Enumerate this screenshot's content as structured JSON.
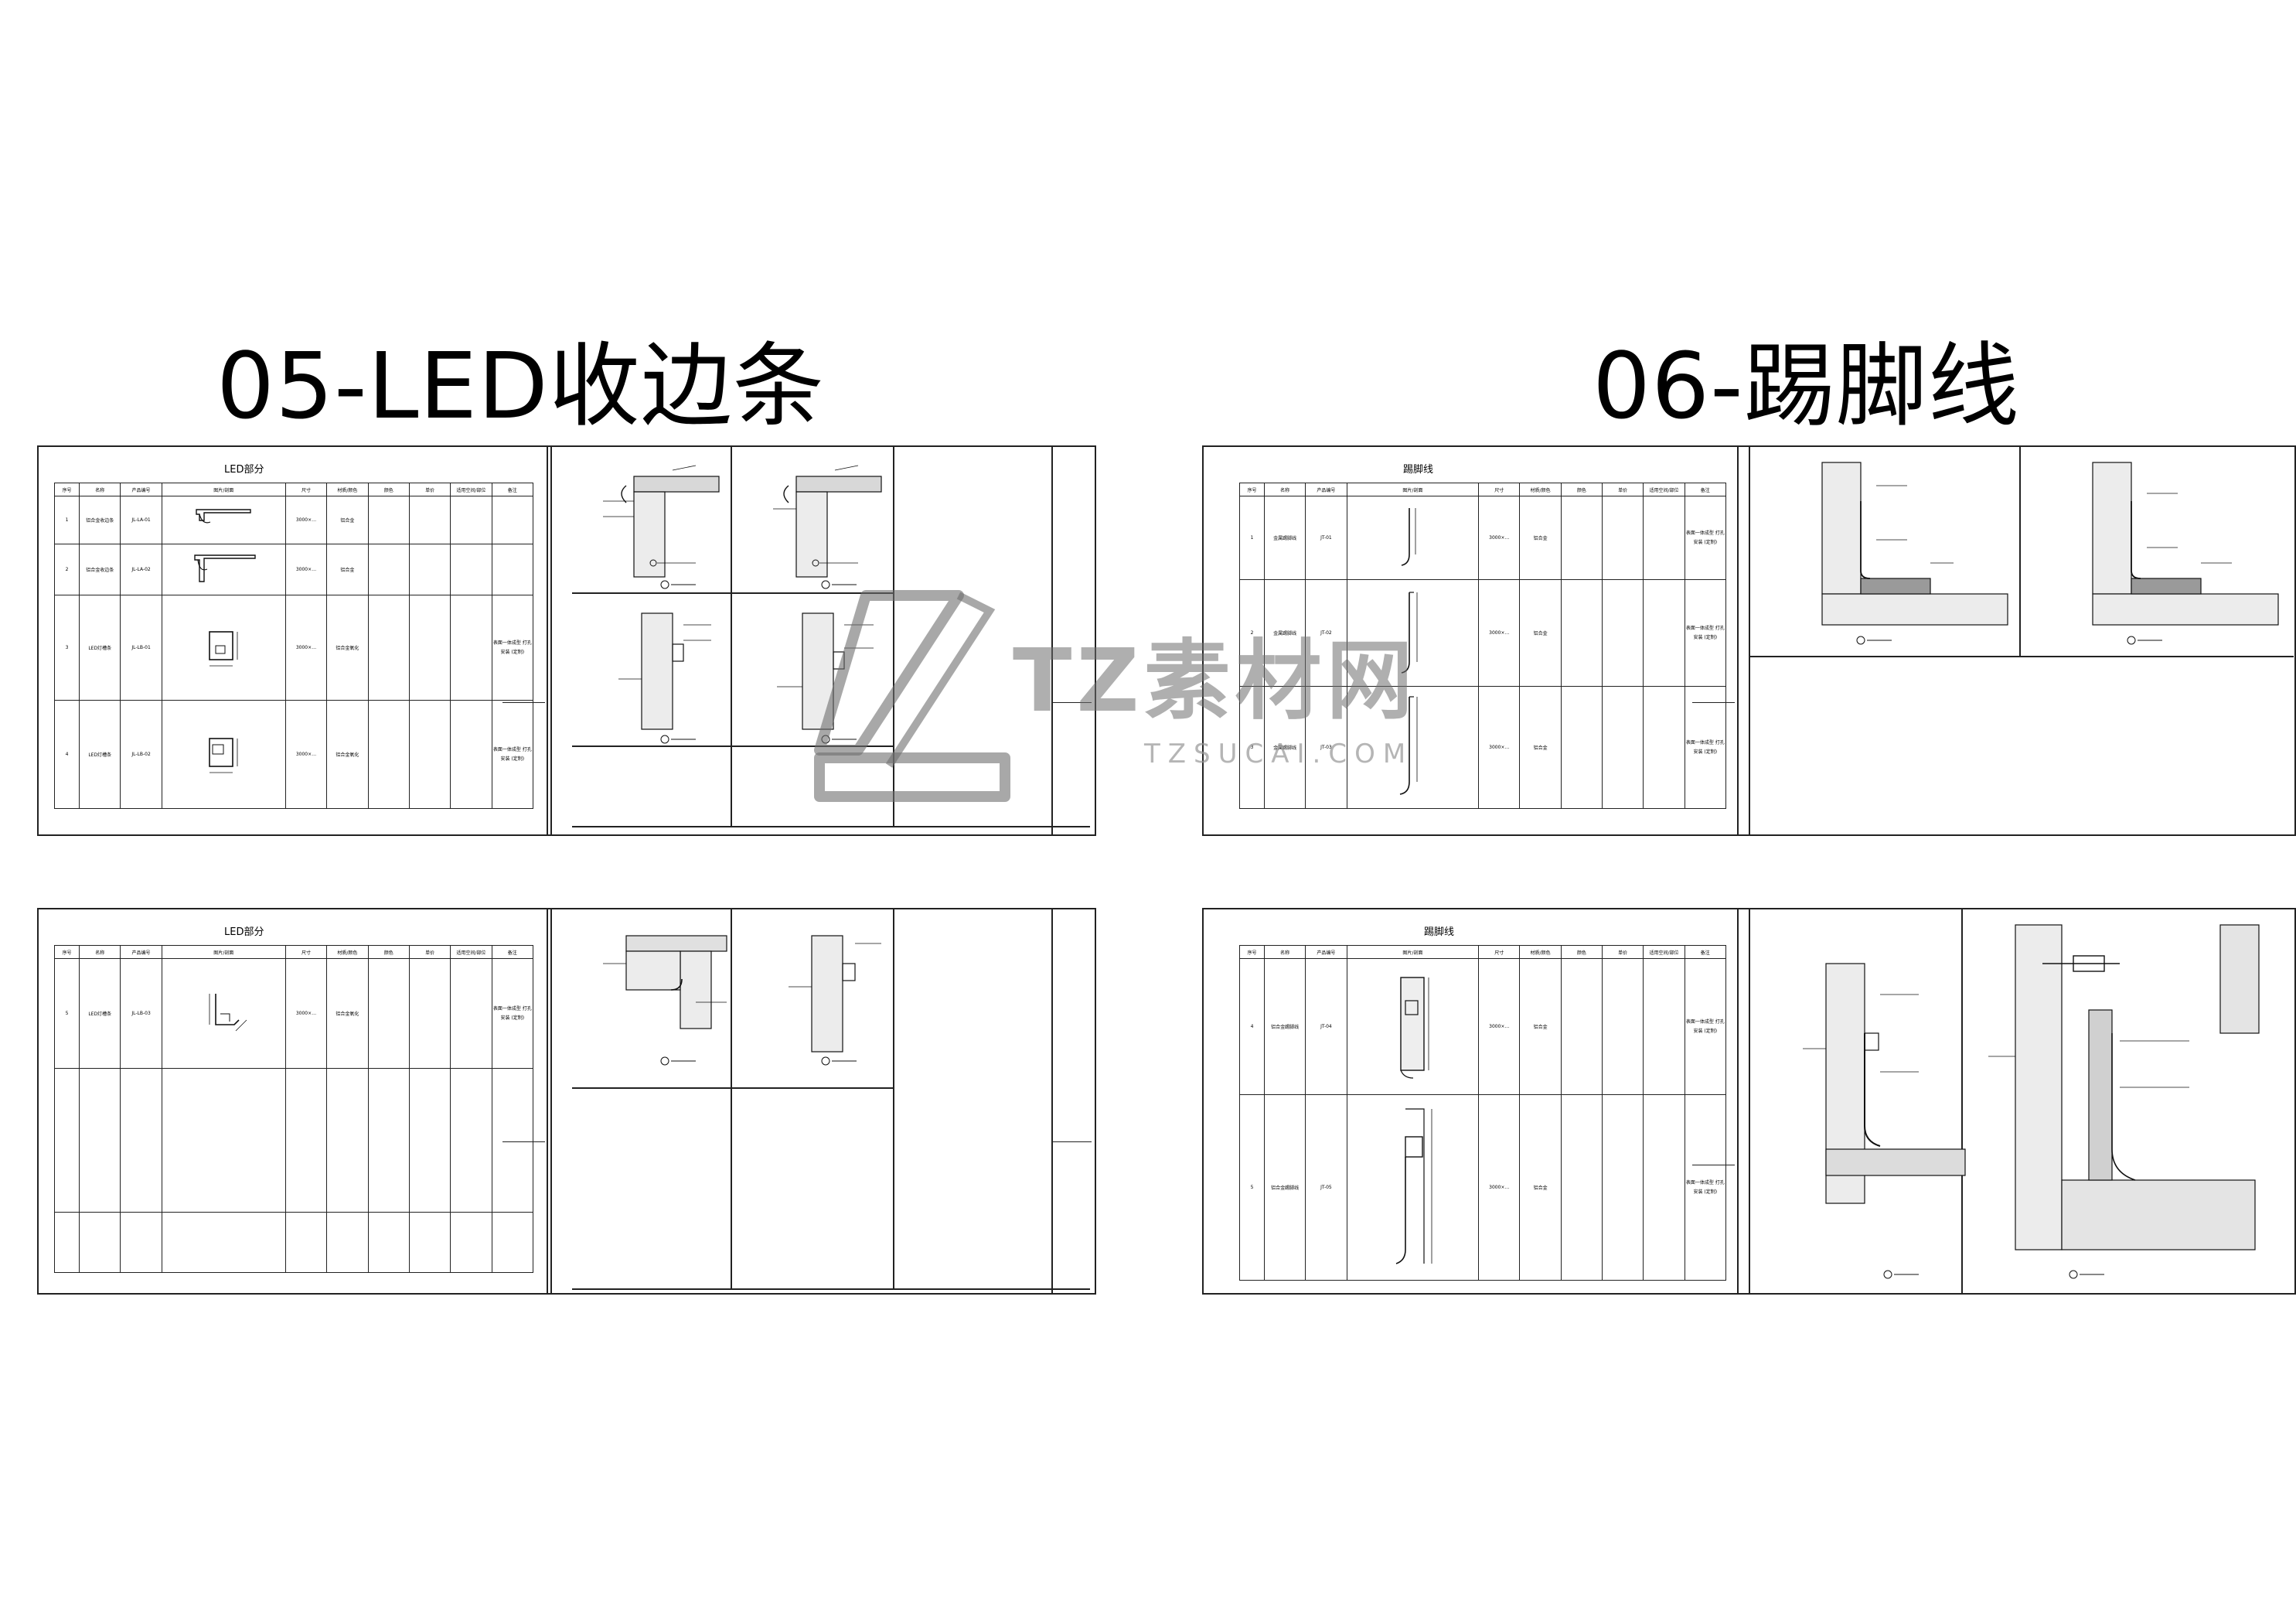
{
  "headings": {
    "left": "05-LED收边条",
    "right": "06-踢脚线"
  },
  "watermark": {
    "cn": "TZ素材网",
    "en": "TZSUCAI.COM"
  },
  "sheets": {
    "led_top": {
      "title": "LED部分",
      "rows": [
        {
          "no": "1",
          "name": "铝合金收边条",
          "code": "JL-LA-01",
          "size": "3000×…",
          "material": "铝合金",
          "note": ""
        },
        {
          "no": "2",
          "name": "铝合金收边条",
          "code": "JL-LA-02",
          "size": "3000×…",
          "material": "铝合金",
          "note": ""
        },
        {
          "no": "3",
          "name": "LED灯槽条",
          "code": "JL-LB-01",
          "size": "3000×…",
          "material": "铝合金氧化",
          "note": "表面一体成型 打孔安装 (定制)"
        },
        {
          "no": "4",
          "name": "LED灯槽条",
          "code": "JL-LB-02",
          "size": "3000×…",
          "material": "铝合金氧化",
          "note": "表面一体成型 打孔安装 (定制)"
        }
      ]
    },
    "led_bottom": {
      "title": "LED部分",
      "rows": [
        {
          "no": "5",
          "name": "LED灯槽条",
          "code": "JL-LB-03",
          "size": "3000×…",
          "material": "铝合金氧化",
          "note": "表面一体成型 打孔安装 (定制)"
        },
        {
          "no": "",
          "name": "",
          "code": "",
          "size": "",
          "material": "",
          "note": ""
        },
        {
          "no": "",
          "name": "",
          "code": "",
          "size": "",
          "material": "",
          "note": ""
        }
      ]
    },
    "skirt_top": {
      "title": "踢脚线",
      "rows": [
        {
          "no": "1",
          "name": "金属踢脚线",
          "code": "JT-01",
          "size": "3000×…",
          "material": "铝合金",
          "note": "表面一体成型 打孔安装 (定制)"
        },
        {
          "no": "2",
          "name": "金属踢脚线",
          "code": "JT-02",
          "size": "3000×…",
          "material": "铝合金",
          "note": "表面一体成型 打孔安装 (定制)"
        },
        {
          "no": "3",
          "name": "金属踢脚线",
          "code": "JT-03",
          "size": "3000×…",
          "material": "铝合金",
          "note": "表面一体成型 打孔安装 (定制)"
        }
      ]
    },
    "skirt_bottom": {
      "title": "踢脚线",
      "rows": [
        {
          "no": "4",
          "name": "铝合金踢脚线",
          "code": "JT-04",
          "size": "3000×…",
          "material": "铝合金",
          "note": "表面一体成型 打孔安装 (定制)"
        },
        {
          "no": "5",
          "name": "铝合金踢脚线",
          "code": "JT-05",
          "size": "3000×…",
          "material": "铝合金",
          "note": "表面一体成型 打孔安装 (定制)"
        }
      ]
    }
  },
  "table_headers": [
    "序号",
    "名称",
    "产品编号",
    "图片/剖面",
    "尺寸",
    "材质/颜色",
    "颜色",
    "单价",
    "适用空间/部位",
    "备注"
  ]
}
